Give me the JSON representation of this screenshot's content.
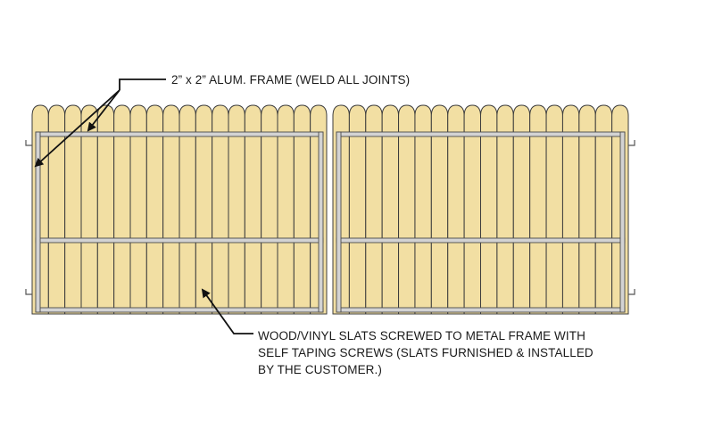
{
  "colors": {
    "slat_fill": "#F2DFA3",
    "slat_stroke": "#3C3C3C",
    "frame_fill": "#D3D3D3",
    "frame_stroke": "#4A4A4A",
    "leader": "#111111",
    "background": "#FFFFFF"
  },
  "gates": {
    "count": 2,
    "slats_per_gate": 18,
    "slat_top_shape": "rounded",
    "frame_rails": 3,
    "hinge_brackets_per_gate": 2
  },
  "annotations": {
    "frame_note": "2” x 2” ALUM. FRAME (WELD ALL JOINTS)",
    "slats_note": [
      "WOOD/VINYL SLATS SCREWED TO METAL FRAME WITH",
      "SELF TAPING SCREWS (SLATS FURNISHED & INSTALLED",
      "BY THE CUSTOMER.)"
    ]
  },
  "icons": [
    "arrow-icon",
    "hinge-bracket-icon"
  ]
}
